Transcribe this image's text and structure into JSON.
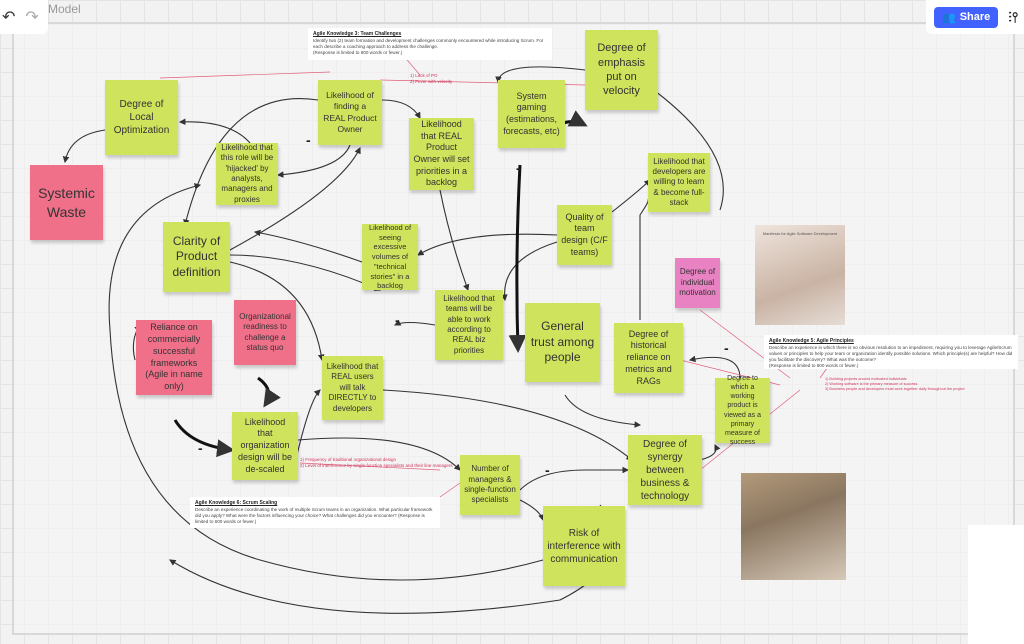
{
  "toolbar": {
    "title": "Model",
    "undo_icon": "undo-icon",
    "redo_icon": "redo-icon",
    "share_label": "Share",
    "share_icon": "users-icon",
    "settings_icon": "sliders-icon"
  },
  "colors": {
    "green_note": "#cfe35c",
    "pink_note": "#f0708a",
    "magenta_note": "#e882c2",
    "share_button": "#4262ff",
    "annotation": "#d0335a"
  },
  "notes": [
    {
      "id": "local-optimization",
      "text": "Degree of Local Optimization"
    },
    {
      "id": "systemic-waste",
      "text": "Systemic Waste"
    },
    {
      "id": "real-po",
      "text": "Likelihood of finding a REAL Product Owner"
    },
    {
      "id": "role-hijacked",
      "text": "Likelihood that this role will be 'hijacked' by analysts, managers and proxies"
    },
    {
      "id": "po-priorities",
      "text": "Likelihood that REAL Product Owner will set priorities in a backlog"
    },
    {
      "id": "system-gaming",
      "text": "System gaming (estimations, forecasts, etc)"
    },
    {
      "id": "velocity",
      "text": "Degree of emphasis put on velocity"
    },
    {
      "id": "full-stack",
      "text": "Likelihood that developers are willing to learn & become full-stack"
    },
    {
      "id": "team-design",
      "text": "Quality of team design (C/F teams)"
    },
    {
      "id": "product-definition",
      "text": "Clarity of Product definition"
    },
    {
      "id": "technical-stories",
      "text": "Likelihood of seeing excessive volumes of \"technical stories\" in a backlog"
    },
    {
      "id": "motivation",
      "text": "Degree of individual motivation"
    },
    {
      "id": "biz-priorities",
      "text": "Likelihood that teams will be able to work according to REAL biz priorities"
    },
    {
      "id": "trust",
      "text": "General trust among people"
    },
    {
      "id": "metrics-rags",
      "text": "Degree of historical reliance on metrics and RAGs"
    },
    {
      "id": "org-readiness",
      "text": "Organizational readiness to challenge a status quo"
    },
    {
      "id": "frameworks",
      "text": "Reliance on commercially successful frameworks (Agile in name only)"
    },
    {
      "id": "real-users",
      "text": "Likelihood that REAL users will talk DIRECTLY to developers"
    },
    {
      "id": "working-product",
      "text": "Degree to which a working product is viewed as a primary measure of success"
    },
    {
      "id": "de-scaled",
      "text": "Likelihood that organization design will be de-scaled"
    },
    {
      "id": "synergy",
      "text": "Degree of synergy between business & technology"
    },
    {
      "id": "managers",
      "text": "Number of managers & single-function specialists"
    },
    {
      "id": "interference",
      "text": "Risk of interference with communication"
    }
  ],
  "text_boxes": {
    "k3": {
      "title": "Agile Knowledge 3: Team Challenges",
      "body": "Identify two (2) team formation and development challenges commonly encountered while introducing Scrum. For each describe a coaching approach to address the challenge.",
      "limit": "(Response is limited to 600 words or fewer.)",
      "notes": [
        "1) Lack of PO",
        "2) Fever with velocity"
      ]
    },
    "k6": {
      "title": "Agile Knowledge 6: Scrum Scaling",
      "body": "Describe an experience coordinating the work of multiple Scrum teams in an organization. What particular framework did you apply? What were the factors influencing your choice? What challenges did you encounter? (Response is limited to 600 words or fewer.)",
      "notes": [
        "1) Frequency of traditional organizational design",
        "2) Level of interference by single-function specialists and their line managers"
      ]
    },
    "k5": {
      "title": "Agile Knowledge 5: Agile Principles",
      "body": "Describe an experience in which there is no obvious resolution to an impediment, requiring you to leverage Agile/Scrum values or principles to help your team or organization identify possible solutions. Which principle(s) are helpful? How did you facilitate the discovery? What was the outcome?",
      "limit": "(Response is limited to 600 words or fewer.)",
      "notes": [
        "1) Building projects around motivated individuals",
        "2) Working software is the primary measure of success",
        "3) Business people and developers must work together daily throughout the project"
      ]
    }
  },
  "images": {
    "manifesto_title": "Manifesto for Agile Software Development"
  },
  "minus_sign": "-"
}
